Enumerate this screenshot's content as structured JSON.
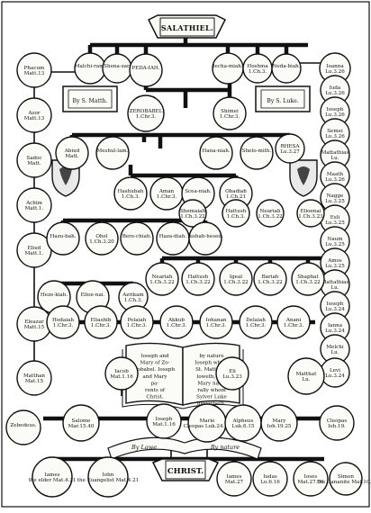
{
  "header": {
    "title": "SALATHIEL."
  },
  "boxes": {
    "matthew": "By S. Matth.",
    "luke": "By S. Luke."
  },
  "book": {
    "left_lines": [
      "Ioseph and",
      "Mary of Zo-",
      "robabel. Ioseph",
      "and Mary",
      "pa-",
      "rents of",
      "Christ."
    ],
    "right_lines": [
      "by nature",
      "Ioseph which",
      "St. Matt. fol-",
      "loweth, and",
      "Mary natu-",
      "rally whom",
      "Sylver Luke",
      "describeth."
    ]
  },
  "ribbon": {
    "left": "By Lawe",
    "right": "By nature"
  },
  "christ": "CHRIST.",
  "nodes": {
    "n1": "Phacum Matt.13",
    "n2": "Azor Matt.13",
    "n3": "Sadoc Matt.",
    "n4": "Achim Matt.1.",
    "n5": "Eliud Matt.1.",
    "n6": "Eleazar Matt.15",
    "n7": "Matthan Mat.15",
    "n8": "Ioanna Lu.3.26",
    "n9": "Iuda Lu.3.26",
    "n10": "Ioseph Lu.3.26",
    "n11": "Semei Lu.3.26",
    "n12": "Mattathias Lu.",
    "n13": "Maath Lu.3.26",
    "n14": "Nagge Lu.3.25",
    "n15": "Esli Lu.3.25",
    "n16": "Naum Lu.3.25",
    "n17": "Amos Lu.3.25",
    "n18": "Mattathias Lu.",
    "n19": "Ioseph Lu.3.24",
    "n20": "Ianna Lu.3.24",
    "n21": "Melchi Lu.",
    "n22": "Levi Lu.3.24",
    "n23": "Malchi-ram.",
    "n24": "Shena-zar.",
    "n25": "PEDA-IAH.",
    "n26": "Iecha-miah.",
    "n27": "Hoshma 1.Ch.3.",
    "n28": "Neda-biah.",
    "n29": "ZEROBABEL 1.Chr.3.",
    "n30": "Shimei 1.Chr.3.",
    "n31": "Abiud Matt.",
    "n32": "Meshul-lam.",
    "n33": "Hana-niah.",
    "n34": "Shelo-mith.",
    "n35": "RHESA Lu.3.27",
    "n36": "Hashubah 1.Ch.3.",
    "n37": "Aman 1.Chr.3.",
    "n38": "Scea-niah.",
    "n39": "Obadiah 1.Ch.21",
    "n40": "Shemaiah 1.Ch.3.22",
    "n41": "Hattush 1.Ch.3.",
    "n42": "Neariah 1.Ch.3.22",
    "n43": "Elioenai 1.Ch.3.23",
    "n44": "Hazu-bah.",
    "n45": "Ohel 1.Ch.3.20",
    "n46": "Bere-chiah.",
    "n47": "Haza-diah.",
    "n48": "Iushab-hesed.",
    "n49": "Neariah 1.Ch.3.22",
    "n50": "Hattush 1.Ch.3.22",
    "n51": "Igeal 1.Ch.3.22",
    "n52": "Bariah 1.Ch.3.22",
    "n53": "Shaphat 1.Ch.3.22",
    "n54": "Heze-kiah.",
    "n55": "Elioe-nai.",
    "n56": "Azrikam 1.Ch.3.",
    "n57": "Hodaiah 1.Chr.3.",
    "n58": "Eliashib 1.Chr.3.",
    "n59": "Pelaiah 1.Chr.3.",
    "n60": "Akkub 1.Chr.3.",
    "n61": "Iohanan 1.Chr.3.",
    "n62": "Delaiah 1.Chr.3.",
    "n63": "Anani 1.Chr.3.",
    "n64": "Iacob Mat.1.16",
    "n65": "Eli Lu.3.23",
    "n66": "Matthat Lu.",
    "n67": "Zebedeus.",
    "n68": "Salome Mar.15.40",
    "n69": "Ioseph Mat.1.16",
    "n70": "Marie Cleopas Luk.24.18",
    "n71": "Alpheus Luk.6.15",
    "n72": "Mary Ioh.19.25",
    "n73": "Cleopas Ioh.19.",
    "n74": "Iames the elder Mat.4.21",
    "n75": "Iohn the Euangelist Mat.4.21",
    "n76": "Iames Mat.27",
    "n77": "Iudas Lu.6.16",
    "n78": "Ioses Mat.27.56",
    "n79": "Simon the Cananite Mat.10.4"
  }
}
